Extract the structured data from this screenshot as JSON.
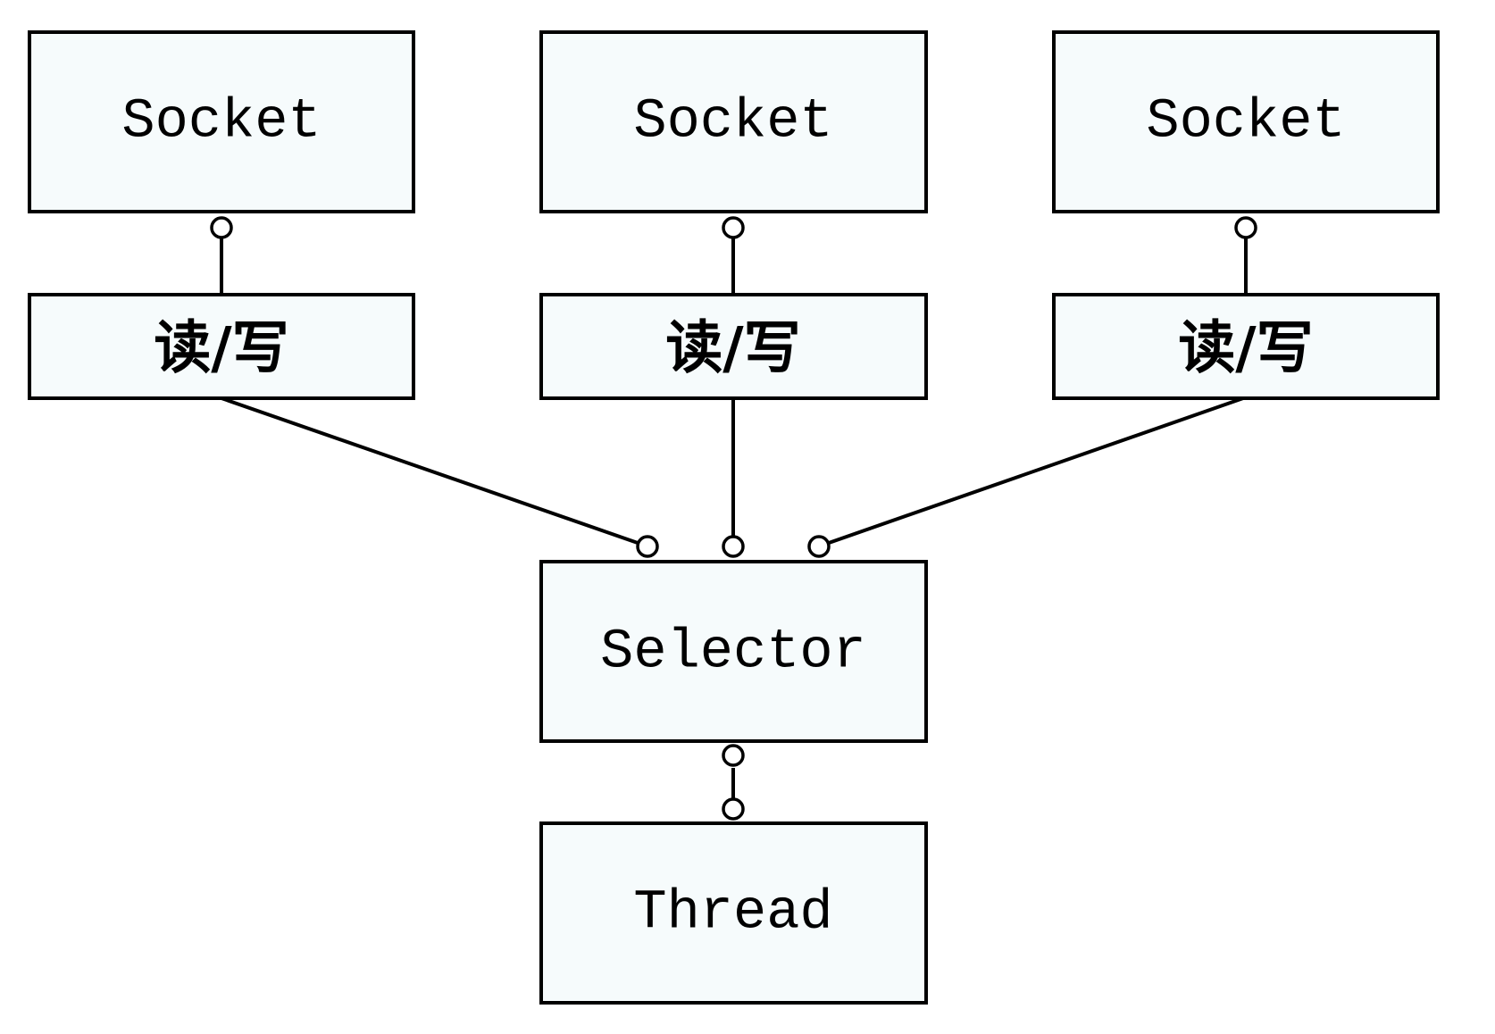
{
  "diagram": {
    "sockets": [
      {
        "label": "Socket",
        "io_label": "读/写"
      },
      {
        "label": "Socket",
        "io_label": "读/写"
      },
      {
        "label": "Socket",
        "io_label": "读/写"
      }
    ],
    "selector": {
      "label": "Selector"
    },
    "thread": {
      "label": "Thread"
    }
  }
}
